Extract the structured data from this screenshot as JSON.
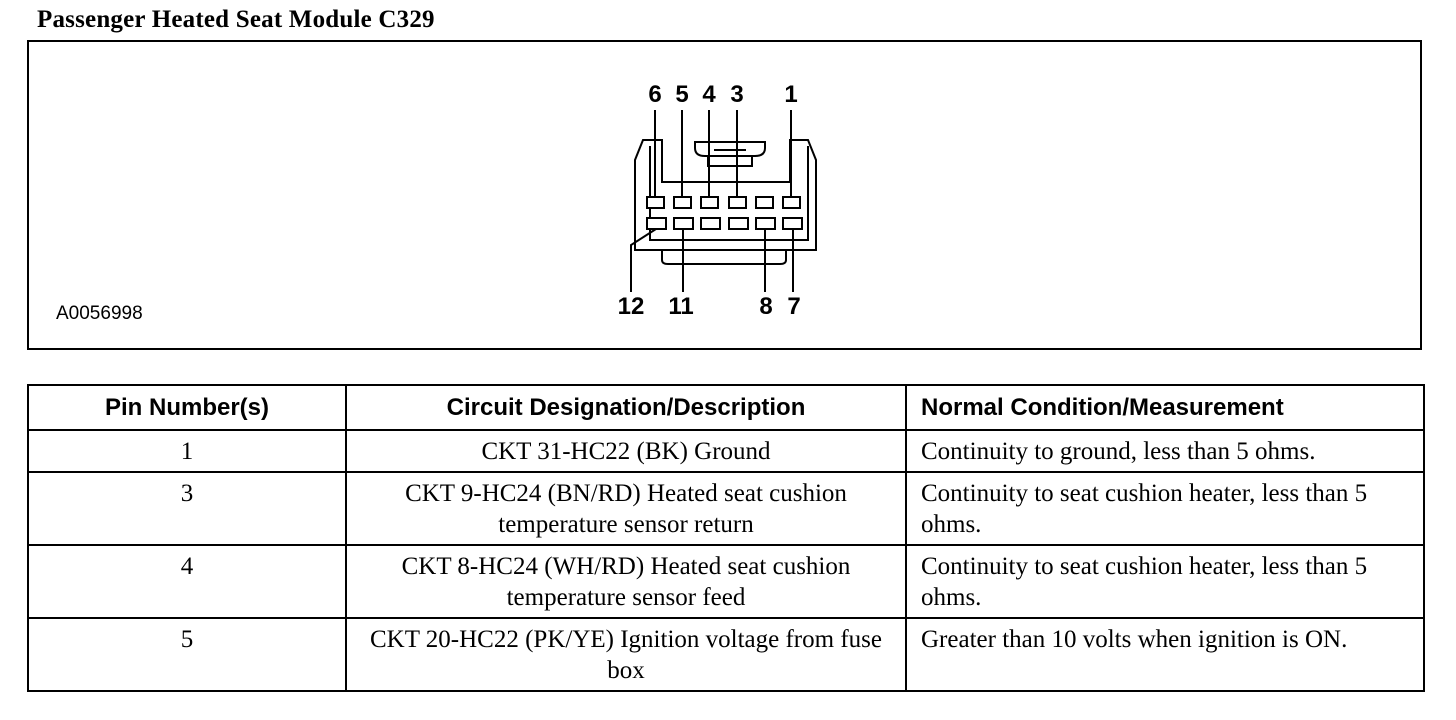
{
  "title": "Passenger Heated Seat Module C329",
  "figure_id": "A0056998",
  "connector": {
    "top_pin_labels": [
      "6",
      "5",
      "4",
      "3",
      "1"
    ],
    "bottom_pin_labels": [
      "12",
      "11",
      "8",
      "7"
    ]
  },
  "table": {
    "headers": [
      "Pin Number(s)",
      "Circuit Designation/Description",
      "Normal Condition/Measurement"
    ],
    "rows": [
      {
        "pin": "1",
        "circuit": "CKT 31-HC22 (BK) Ground",
        "condition": "Continuity to ground, less than 5 ohms."
      },
      {
        "pin": "3",
        "circuit": "CKT 9-HC24 (BN/RD) Heated seat cushion temperature sensor return",
        "condition": "Continuity to seat cushion heater, less than 5 ohms."
      },
      {
        "pin": "4",
        "circuit": "CKT 8-HC24 (WH/RD) Heated seat cushion temperature sensor feed",
        "condition": "Continuity to seat cushion heater, less than 5 ohms."
      },
      {
        "pin": "5",
        "circuit": "CKT 20-HC22 (PK/YE) Ignition voltage from fuse box",
        "condition": "Greater than 10 volts when ignition is ON."
      }
    ]
  }
}
